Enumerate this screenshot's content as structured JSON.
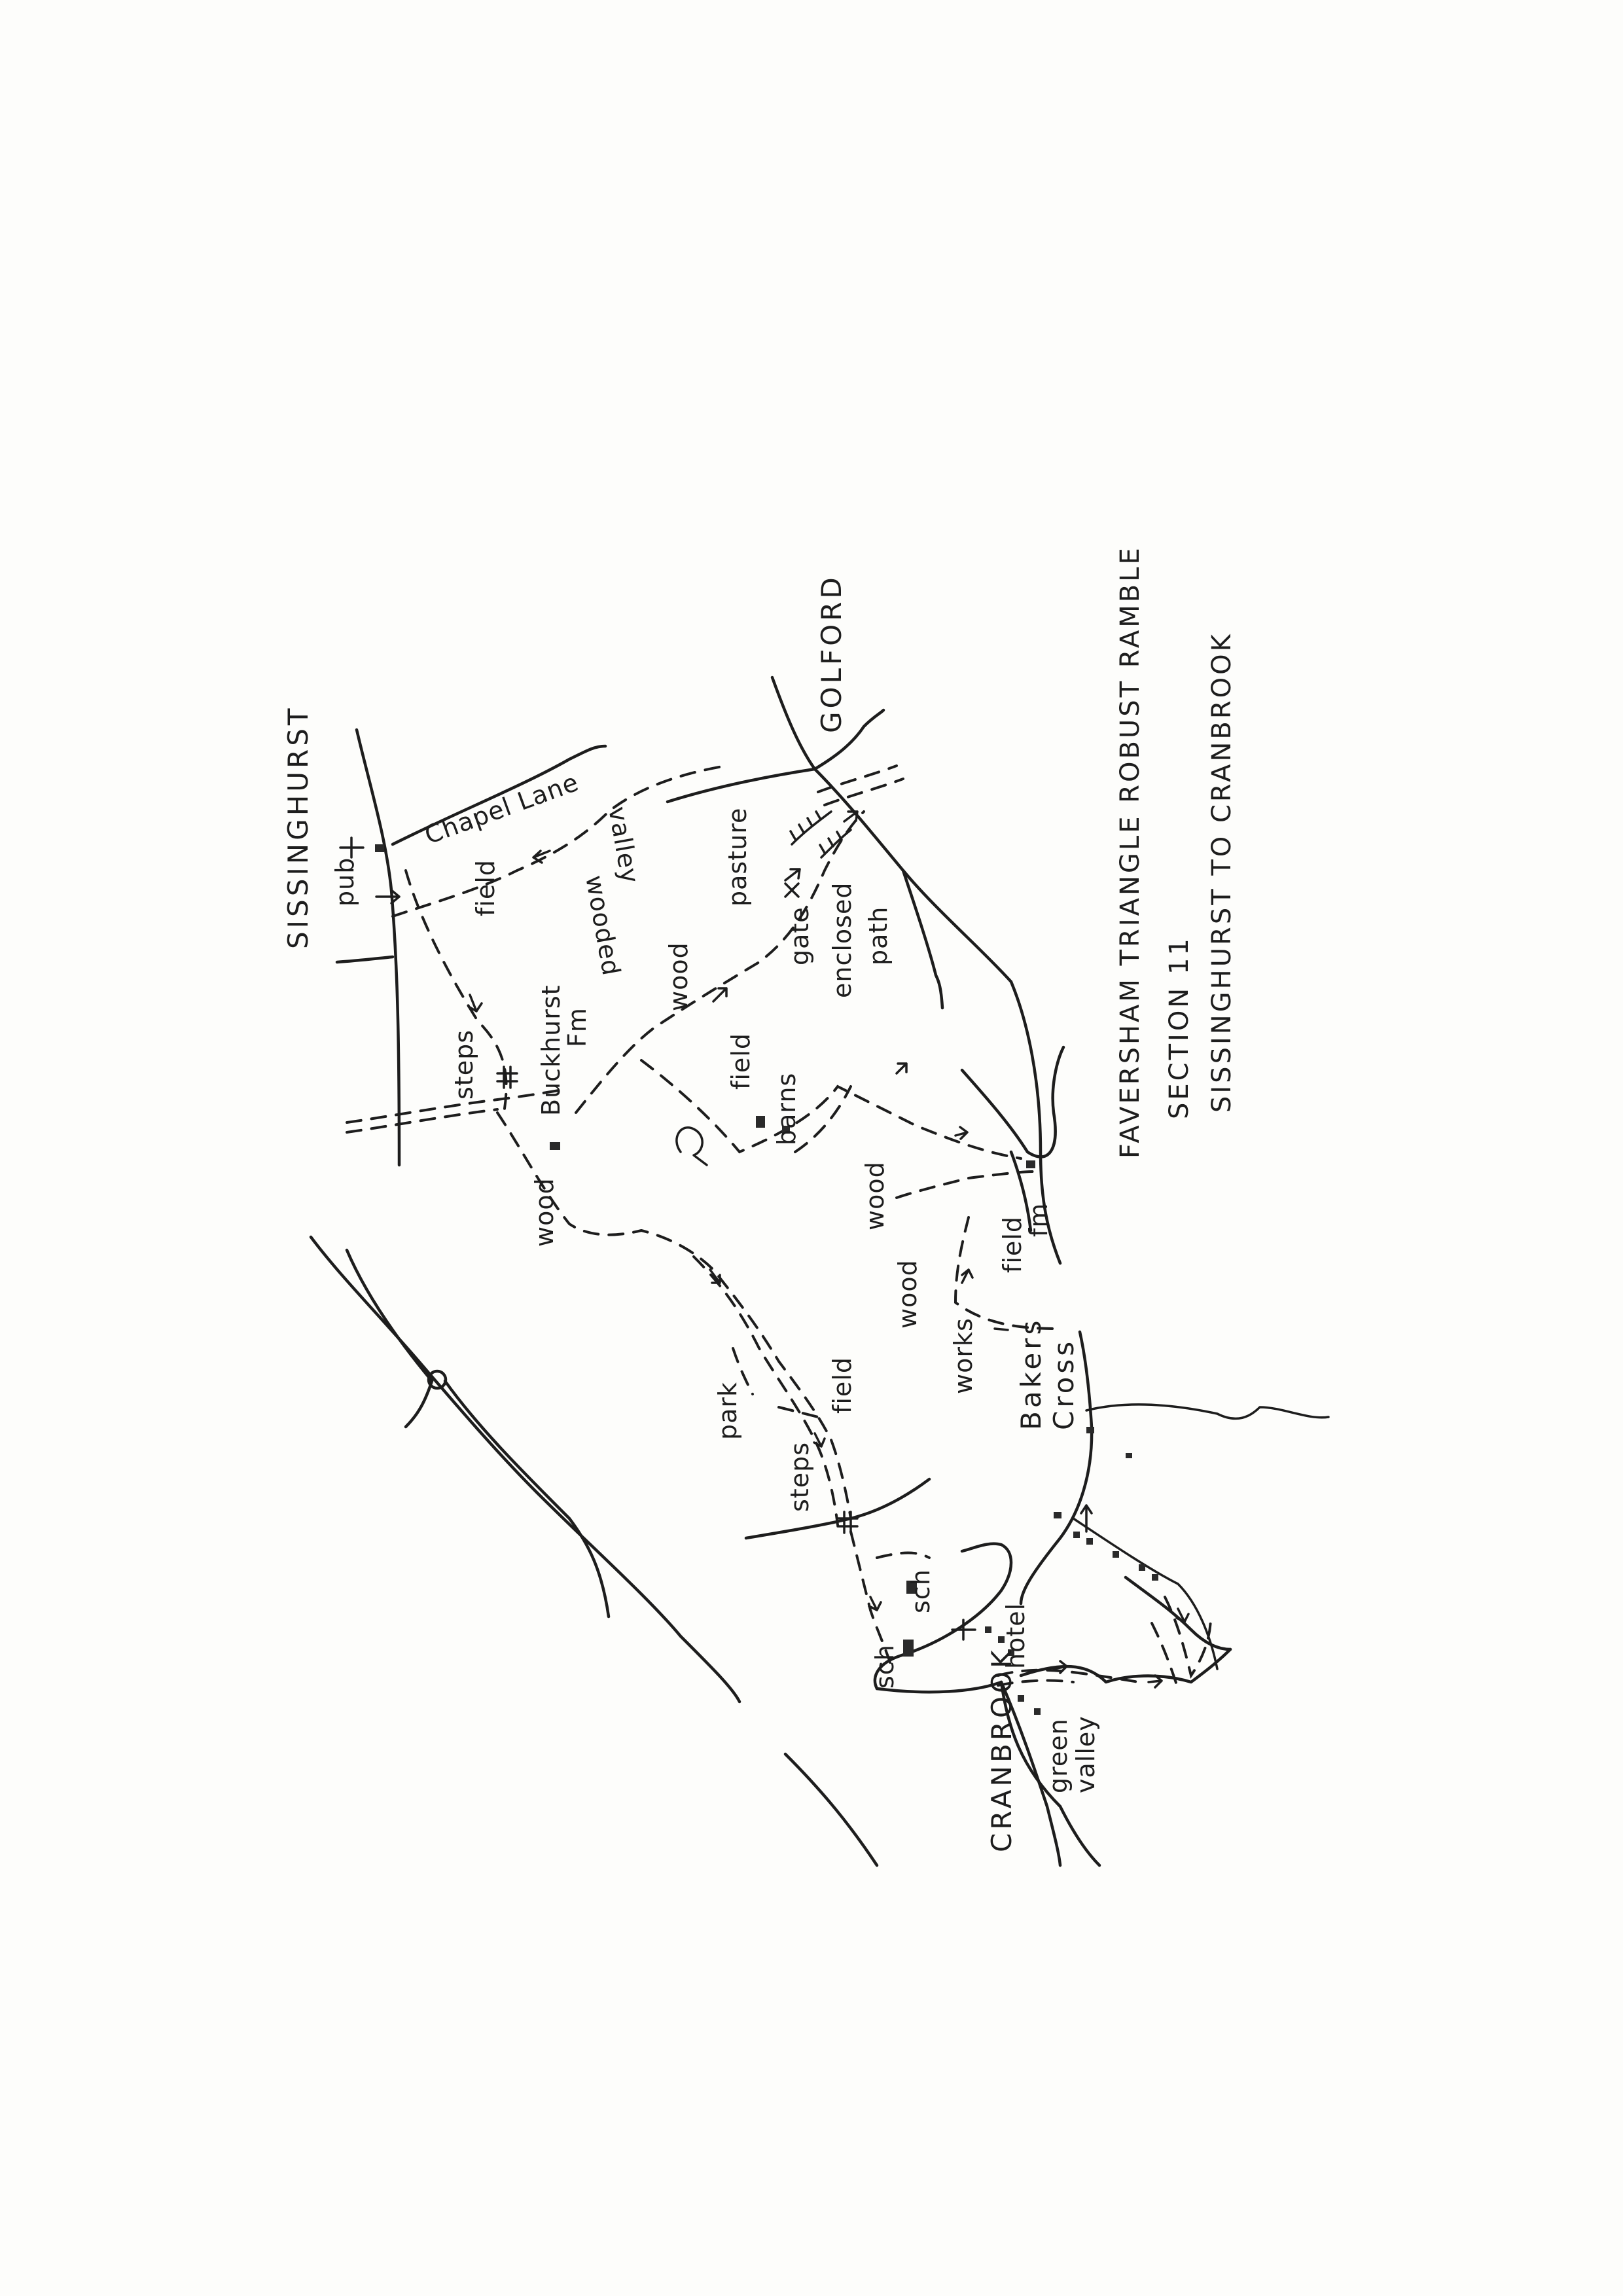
{
  "title": {
    "line1": "FAVERSHAM TRIANGLE ROBUST RAMBLE",
    "line2": "SECTION 11",
    "line3": "SISSINGHURST TO CRANBROOK"
  },
  "places": {
    "sissinghurst": "SISSINGHURST",
    "golford": "GOLFORD",
    "cranbrook": "CRANBROOK",
    "bakers": "Bakers",
    "cross": "Cross"
  },
  "labels": {
    "pub": "pub",
    "chapel_lane": "Chapel Lane",
    "field_1": "field",
    "wooded": "wooded",
    "valley": "valley",
    "pasture": "pasture",
    "gate": "gate",
    "enclosed": "enclosed",
    "path": "path",
    "steps_1": "steps",
    "buckhurst": "Buckhurst",
    "fm_1": "Fm",
    "wood_1": "wood",
    "wood_2": "wood",
    "field_2": "field",
    "barns": "barns",
    "wood_3": "wood",
    "fm_2": "fm",
    "wood_4": "wood",
    "field_3": "field",
    "works": "works",
    "park": "park",
    "field_4": "field",
    "steps_2": "steps",
    "sch_1": "sch",
    "sch_2": "sch",
    "hotel": "hotel",
    "green": "green",
    "valley_2": "valley"
  }
}
